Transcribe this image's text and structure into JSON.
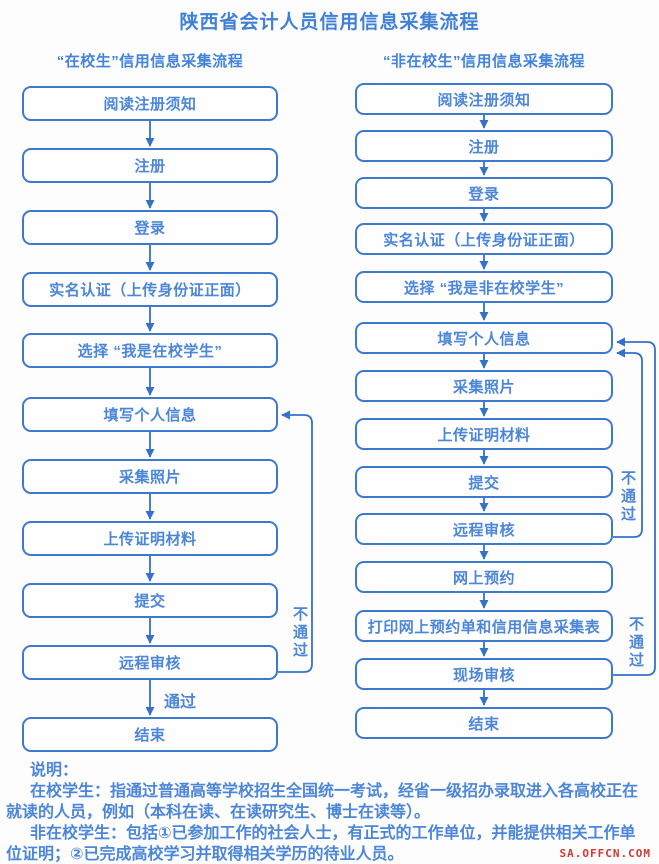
{
  "title": "陕西省会计人员信用信息采集流程",
  "colors": {
    "accent_blue": "#3d79cf",
    "text_blue": "#4c86d9",
    "watermark_red": "#cf3a32"
  },
  "left_flow": {
    "header": "“在校生”信用信息采集流程",
    "steps": [
      "阅读注册须知",
      "注册",
      "登录",
      "实名认证（上传身份证正面）",
      "选择 “我是在校学生”",
      "填写个人信息",
      "采集照片",
      "上传证明材料",
      "提交",
      "远程审核",
      "结束"
    ],
    "pass_label": "通过",
    "fail_label": "不通过"
  },
  "right_flow": {
    "header": "“非在校生”信用信息采集流程",
    "steps": [
      "阅读注册须知",
      "注册",
      "登录",
      "实名认证（上传身份证正面）",
      "选择 “我是非在校学生”",
      "填写个人信息",
      "采集照片",
      "上传证明材料",
      "提交",
      "远程审核",
      "网上预约",
      "打印网上预约单和信用信息采集表",
      "现场审核",
      "结束"
    ],
    "fail_remote_label": "不通过",
    "fail_onsite_label": "不通过"
  },
  "notes": {
    "heading": "说明：",
    "student_def": "在校学生：指通过普通高等学校招生全国统一考试，经省一级招办录取进入各高校正在就读的人员，例如（本科在读、在读研究生、博士在读等）。",
    "nonstudent_def": "非在校学生：包括①已参加工作的社会人士，有正式的工作单位，并能提供相关工作单位证明；②已完成高校学习并取得相关学历的待业人员。"
  },
  "watermark": "SA.OFFCN.COM"
}
